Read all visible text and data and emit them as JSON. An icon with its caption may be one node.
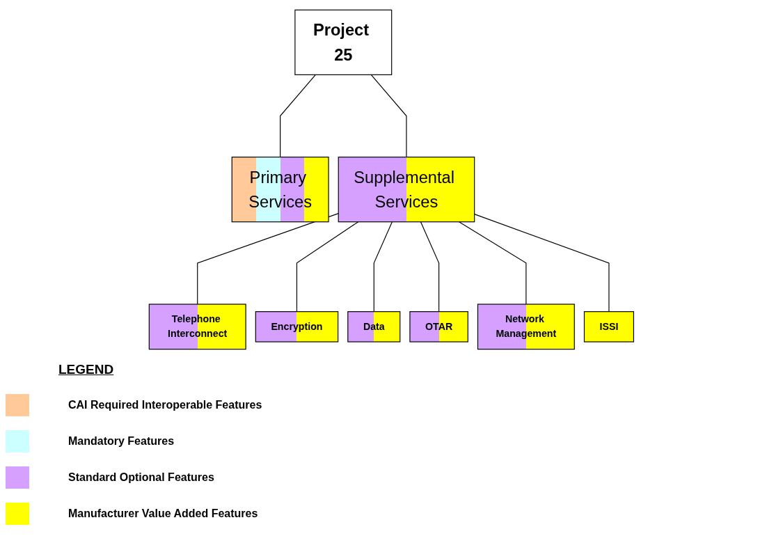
{
  "diagram": {
    "nodes": [
      {
        "text": [
          "Project 25"
        ]
      },
      {
        "text": [
          "Primary Services"
        ]
      },
      {
        "text": [
          "Supplemental Services"
        ]
      },
      {
        "text": [
          "Telephone Interconnect"
        ]
      },
      {
        "text": [
          "Encryption"
        ]
      },
      {
        "text": [
          "Data"
        ]
      },
      {
        "text": [
          "OTAR"
        ]
      },
      {
        "text": [
          "Network Management"
        ]
      },
      {
        "text": [
          "ISSI"
        ]
      }
    ],
    "edges": [
      {
        "from": 0,
        "to": 1,
        "arrow": "none"
      },
      {
        "from": 0,
        "to": 2,
        "arrow": "none"
      },
      {
        "from": 2,
        "to": 3,
        "arrow": "none"
      },
      {
        "from": 2,
        "to": 4,
        "arrow": "none"
      },
      {
        "from": 2,
        "to": 5,
        "arrow": "none"
      },
      {
        "from": 2,
        "to": 6,
        "arrow": "none"
      },
      {
        "from": 2,
        "to": 7,
        "arrow": "none"
      },
      {
        "from": 2,
        "to": 8,
        "arrow": "none"
      }
    ],
    "labels": [
      "LEGEND"
    ],
    "legend": [
      {
        "text": "CAI Required Interoperable Features",
        "color": "#ffc99a"
      },
      {
        "text": "Mandatory Features",
        "color": "#ccffff"
      },
      {
        "text": "Standard Optional Features",
        "color": "#d5a0ff"
      },
      {
        "text": "Manufacturer Value Added Features",
        "color": "#ffff00"
      }
    ]
  }
}
